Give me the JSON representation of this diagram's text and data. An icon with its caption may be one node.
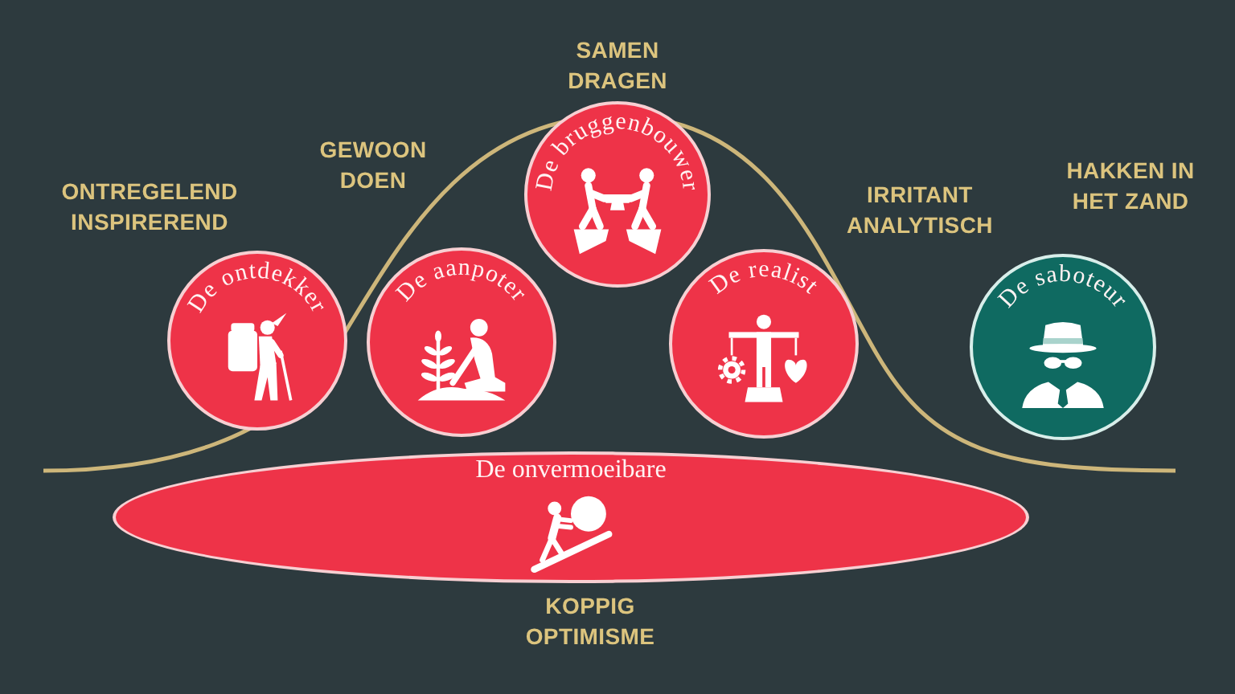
{
  "diagram": {
    "nodes": [
      {
        "text": [
          "De ontdekker"
        ],
        "beside": [
          "ONTREGELEND INSPIREREND"
        ]
      },
      {
        "text": [
          "De aanpoter"
        ],
        "beside": [
          "GEWOON DOEN"
        ]
      },
      {
        "text": [
          "De bruggenbouwer"
        ],
        "beside": [
          "SAMEN DRAGEN"
        ]
      },
      {
        "text": [
          "De realist"
        ],
        "beside": [
          "IRRITANT ANALYTISCH"
        ]
      },
      {
        "text": [
          "De saboteur"
        ],
        "beside": [
          "HAKKEN IN HET ZAND"
        ]
      },
      {
        "text": [
          "De onvermoeibare"
        ],
        "beside": [
          "KOPPIG OPTIMISME"
        ]
      }
    ]
  }
}
